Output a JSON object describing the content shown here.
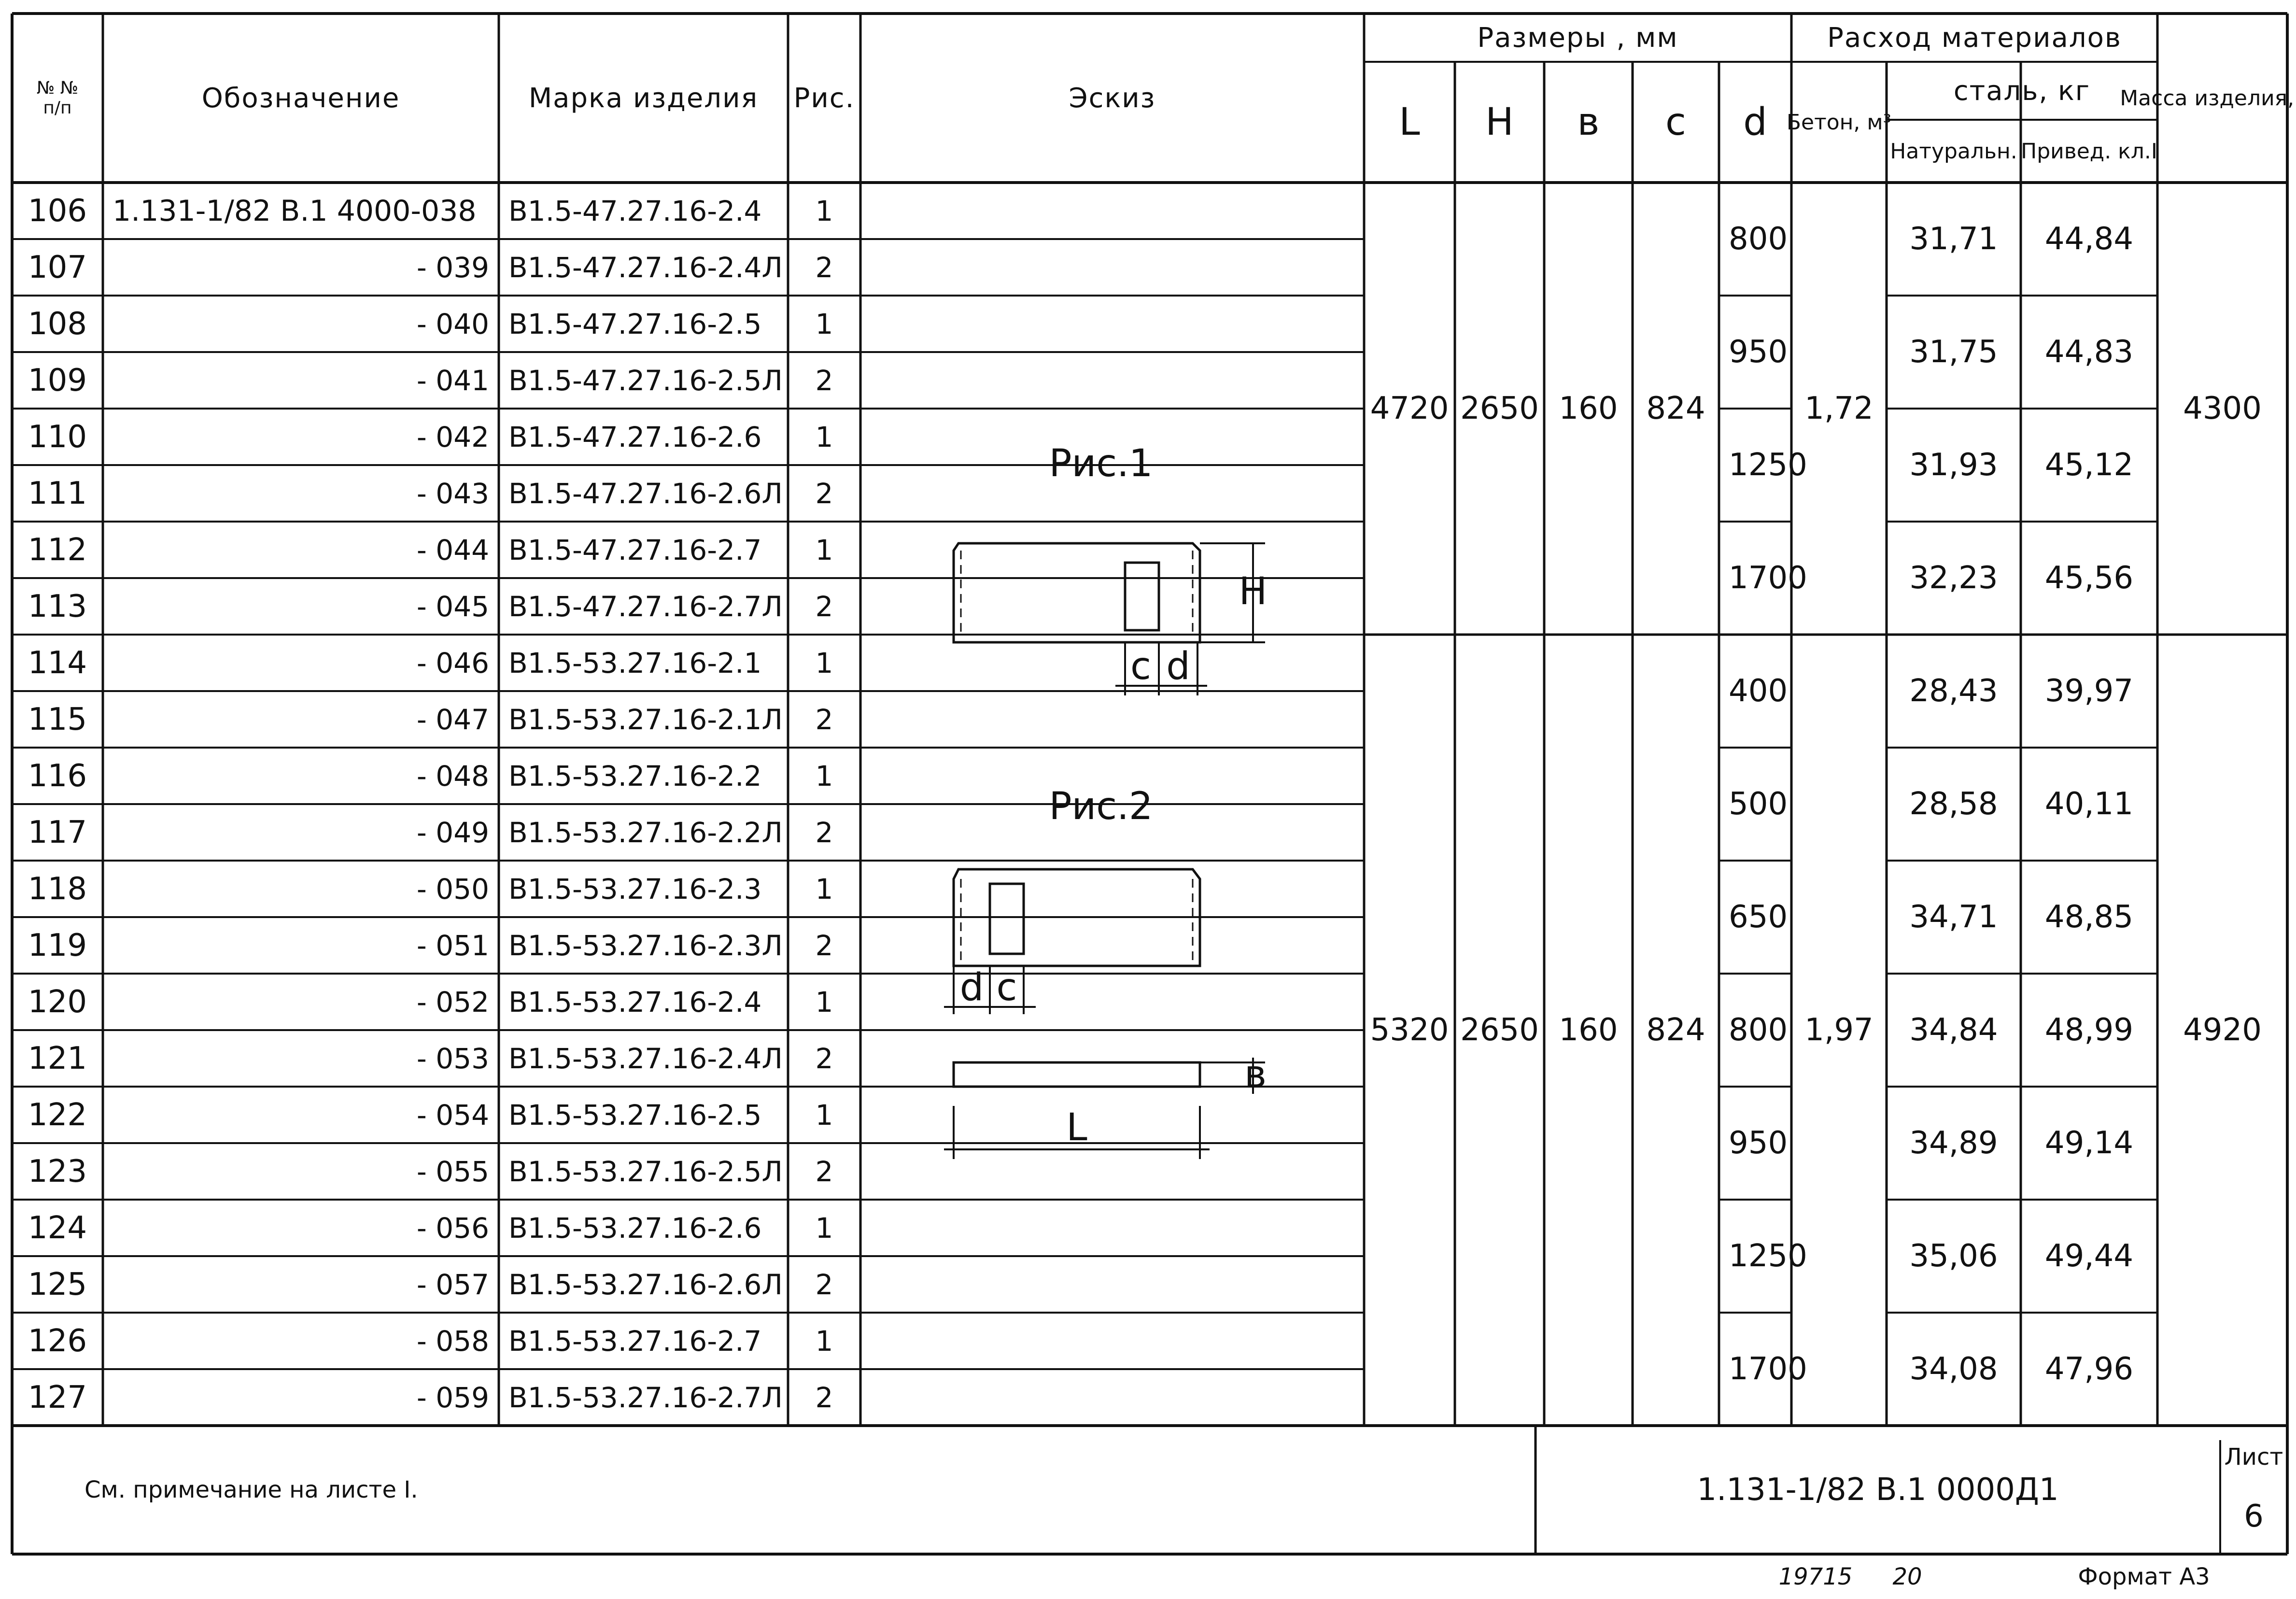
{
  "header": {
    "col_num": "№ №\nп/п",
    "col_designation": "Обозначение",
    "col_mark": "Марка изделия",
    "col_fig": "Рис.",
    "col_sketch": "Эскиз",
    "col_dims": "Размеры , мм",
    "dim_L": "L",
    "dim_H": "H",
    "dim_b": "в",
    "dim_c": "c",
    "dim_d": "d",
    "col_materials": "Расход материалов",
    "concrete": "Бетон, м³",
    "steel": "сталь, кг",
    "natural": "Натуральн.",
    "reduced": "Привед. кл.I",
    "col_mass": "Масса изделия, кг"
  },
  "rows": [
    {
      "n": "106",
      "code": "1.131-1/82 В.1 4000-038",
      "mark": "В1.5-47.27.16-2.4",
      "fig": "1"
    },
    {
      "n": "107",
      "code": "- 039",
      "mark": "В1.5-47.27.16-2.4Л",
      "fig": "2"
    },
    {
      "n": "108",
      "code": "- 040",
      "mark": "В1.5-47.27.16-2.5",
      "fig": "1"
    },
    {
      "n": "109",
      "code": "- 041",
      "mark": "В1.5-47.27.16-2.5Л",
      "fig": "2"
    },
    {
      "n": "110",
      "code": "- 042",
      "mark": "В1.5-47.27.16-2.6",
      "fig": "1"
    },
    {
      "n": "111",
      "code": "- 043",
      "mark": "В1.5-47.27.16-2.6Л",
      "fig": "2"
    },
    {
      "n": "112",
      "code": "- 044",
      "mark": "В1.5-47.27.16-2.7",
      "fig": "1"
    },
    {
      "n": "113",
      "code": "- 045",
      "mark": "В1.5-47.27.16-2.7Л",
      "fig": "2"
    },
    {
      "n": "114",
      "code": "- 046",
      "mark": "В1.5-53.27.16-2.1",
      "fig": "1"
    },
    {
      "n": "115",
      "code": "- 047",
      "mark": "В1.5-53.27.16-2.1Л",
      "fig": "2"
    },
    {
      "n": "116",
      "code": "- 048",
      "mark": "В1.5-53.27.16-2.2",
      "fig": "1"
    },
    {
      "n": "117",
      "code": "- 049",
      "mark": "В1.5-53.27.16-2.2Л",
      "fig": "2"
    },
    {
      "n": "118",
      "code": "- 050",
      "mark": "В1.5-53.27.16-2.3",
      "fig": "1"
    },
    {
      "n": "119",
      "code": "- 051",
      "mark": "В1.5-53.27.16-2.3Л",
      "fig": "2"
    },
    {
      "n": "120",
      "code": "- 052",
      "mark": "В1.5-53.27.16-2.4",
      "fig": "1"
    },
    {
      "n": "121",
      "code": "- 053",
      "mark": "В1.5-53.27.16-2.4Л",
      "fig": "2"
    },
    {
      "n": "122",
      "code": "- 054",
      "mark": "В1.5-53.27.16-2.5",
      "fig": "1"
    },
    {
      "n": "123",
      "code": "- 055",
      "mark": "В1.5-53.27.16-2.5Л",
      "fig": "2"
    },
    {
      "n": "124",
      "code": "- 056",
      "mark": "В1.5-53.27.16-2.6",
      "fig": "1"
    },
    {
      "n": "125",
      "code": "- 057",
      "mark": "В1.5-53.27.16-2.6Л",
      "fig": "2"
    },
    {
      "n": "126",
      "code": "- 058",
      "mark": "В1.5-53.27.16-2.7",
      "fig": "1"
    },
    {
      "n": "127",
      "code": "- 059",
      "mark": "В1.5-53.27.16-2.7Л",
      "fig": "2"
    }
  ],
  "group1": {
    "L": "4720",
    "H": "2650",
    "b": "160",
    "c": "824",
    "concrete": "1,72",
    "mass": "4300",
    "sub": [
      {
        "d": "800",
        "nat": "31,71",
        "red": "44,84"
      },
      {
        "d": "950",
        "nat": "31,75",
        "red": "44,83"
      },
      {
        "d": "1250",
        "nat": "31,93",
        "red": "45,12"
      },
      {
        "d": "1700",
        "nat": "32,23",
        "red": "45,56"
      }
    ]
  },
  "group2": {
    "L": "5320",
    "H": "2650",
    "b": "160",
    "c": "824",
    "concrete": "1,97",
    "mass": "4920",
    "sub": [
      {
        "d": "400",
        "nat": "28,43",
        "red": "39,97"
      },
      {
        "d": "500",
        "nat": "28,58",
        "red": "40,11"
      },
      {
        "d": "650",
        "nat": "34,71",
        "red": "48,85"
      },
      {
        "d": "800",
        "nat": "34,84",
        "red": "48,99"
      },
      {
        "d": "950",
        "nat": "34,89",
        "red": "49,14"
      },
      {
        "d": "1250",
        "nat": "35,06",
        "red": "49,44"
      },
      {
        "d": "1700",
        "nat": "34,08",
        "red": "47,96"
      }
    ]
  },
  "sketch": {
    "fig1_label": "Рис.1",
    "fig2_label": "Рис.2",
    "H": "H",
    "c": "c",
    "d": "d",
    "b": "в",
    "L": "L"
  },
  "footer": {
    "note": "См. примечание на листе I.",
    "doc_code": "1.131-1/82 В.1 0000Д1",
    "sheet_label": "Лист",
    "sheet_num": "6",
    "stamp_left": "19715",
    "stamp_mid": "20",
    "format": "Формат А3"
  }
}
